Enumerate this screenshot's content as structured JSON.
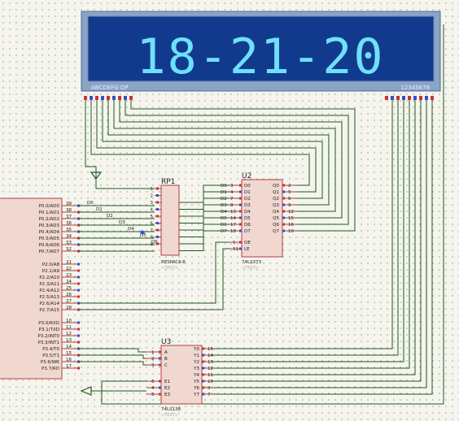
{
  "display": {
    "text": "18-21-20",
    "segment_pins_label": "ABCDEFG DP",
    "digit_pins_label": "12345678"
  },
  "rp1": {
    "ref": "RP1",
    "part": "RESPACK-8",
    "text": "<TEXT>",
    "pin_numbers": [
      "1",
      "2",
      "3",
      "4",
      "5",
      "6",
      "7",
      "8",
      "9"
    ]
  },
  "u2": {
    "ref": "U2",
    "part": "74LS373",
    "text": "<TEXT>",
    "left_pins": [
      {
        "num": "3",
        "name": "D0"
      },
      {
        "num": "4",
        "name": "D1"
      },
      {
        "num": "7",
        "name": "D2"
      },
      {
        "num": "8",
        "name": "D3"
      },
      {
        "num": "13",
        "name": "D4"
      },
      {
        "num": "14",
        "name": "D5"
      },
      {
        "num": "17",
        "name": "D6"
      },
      {
        "num": "18",
        "name": "D7"
      }
    ],
    "right_pins": [
      {
        "num": "2",
        "name": "Q0"
      },
      {
        "num": "5",
        "name": "Q1"
      },
      {
        "num": "6",
        "name": "Q2"
      },
      {
        "num": "9",
        "name": "Q3"
      },
      {
        "num": "12",
        "name": "Q4"
      },
      {
        "num": "15",
        "name": "Q5"
      },
      {
        "num": "16",
        "name": "Q6"
      },
      {
        "num": "19",
        "name": "Q7"
      }
    ],
    "ctrl_pins": [
      {
        "num": "1",
        "name": "OE"
      },
      {
        "num": "11",
        "name": "LE"
      }
    ]
  },
  "u3": {
    "ref": "U3",
    "part": "74LS138",
    "text": "<TEXT>",
    "input_pins": [
      {
        "num": "1",
        "name": "A"
      },
      {
        "num": "2",
        "name": "B"
      },
      {
        "num": "3",
        "name": "C"
      }
    ],
    "enable_pins": [
      {
        "num": "6",
        "name": "E1"
      },
      {
        "num": "4",
        "name": "E2"
      },
      {
        "num": "5",
        "name": "E3"
      }
    ],
    "output_pins": [
      {
        "num": "15",
        "name": "Y0"
      },
      {
        "num": "14",
        "name": "Y1"
      },
      {
        "num": "13",
        "name": "Y2"
      },
      {
        "num": "12",
        "name": "Y3"
      },
      {
        "num": "11",
        "name": "Y4"
      },
      {
        "num": "10",
        "name": "Y5"
      },
      {
        "num": "9",
        "name": "Y6"
      },
      {
        "num": "7",
        "name": "Y7"
      }
    ]
  },
  "mcu": {
    "p0_pins": [
      {
        "num": "39",
        "name": "P0.0/AD0"
      },
      {
        "num": "38",
        "name": "P0.1/AD1"
      },
      {
        "num": "37",
        "name": "P0.2/AD2"
      },
      {
        "num": "36",
        "name": "P0.3/AD3"
      },
      {
        "num": "35",
        "name": "P0.4/AD4"
      },
      {
        "num": "34",
        "name": "P0.5/AD5"
      },
      {
        "num": "33",
        "name": "P0.6/AD6"
      },
      {
        "num": "32",
        "name": "P0.7/AD7"
      }
    ],
    "p2_pins": [
      {
        "num": "21",
        "name": "P2.0/A8"
      },
      {
        "num": "22",
        "name": "P2.1/A9"
      },
      {
        "num": "23",
        "name": "P2.2/A10"
      },
      {
        "num": "24",
        "name": "P2.3/A11"
      },
      {
        "num": "25",
        "name": "P2.4/A12"
      },
      {
        "num": "26",
        "name": "P2.5/A13"
      },
      {
        "num": "27",
        "name": "P2.6/A14"
      },
      {
        "num": "28",
        "name": "P2.7/A15"
      }
    ],
    "p3_pins": [
      {
        "num": "10",
        "name": "P3.0/RXD"
      },
      {
        "num": "11",
        "name": "P3.1/TXD"
      },
      {
        "num": "12",
        "name": "P3.2/INT0"
      },
      {
        "num": "13",
        "name": "P3.3/INT1"
      },
      {
        "num": "14",
        "name": "P3.4/T0"
      },
      {
        "num": "15",
        "name": "P3.5/T1"
      },
      {
        "num": "16",
        "name": "P3.6/WR"
      },
      {
        "num": "17",
        "name": "P3.7/RD"
      }
    ]
  },
  "nets": [
    "D0",
    "D1",
    "D2",
    "D3",
    "D4",
    "D5",
    "D6",
    "D7"
  ]
}
